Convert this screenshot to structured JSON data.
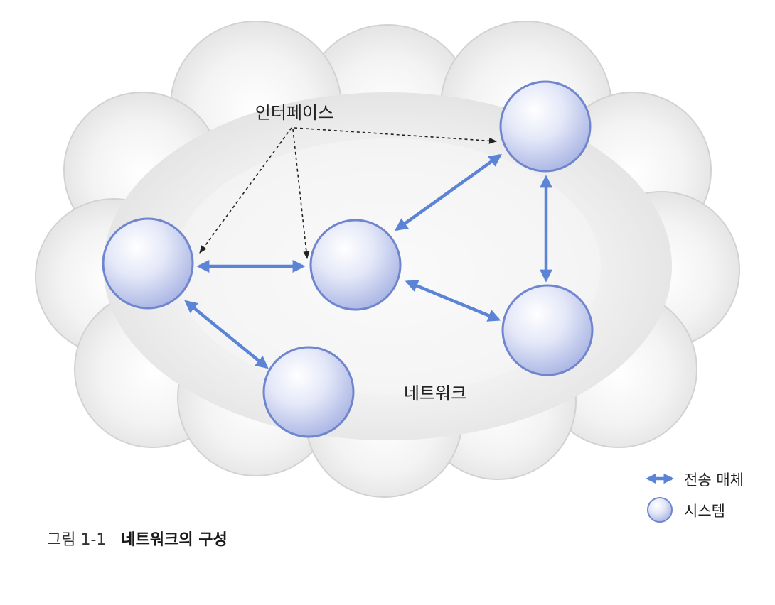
{
  "diagram": {
    "labels": {
      "interface": "인터페이스",
      "network": "네트워크"
    },
    "colors": {
      "link": "#5b84d6",
      "node_fill_light": "#f2f4fc",
      "node_fill_dark": "#b9c3ea",
      "node_stroke": "#6f86cf",
      "cloud_fill": "#ececec",
      "cloud_stroke": "#d4d4d4"
    }
  },
  "legend": {
    "transmission_medium": "전송 매체",
    "system": "시스템"
  },
  "caption": {
    "number": "그림 1-1",
    "title": "네트워크의 구성"
  }
}
